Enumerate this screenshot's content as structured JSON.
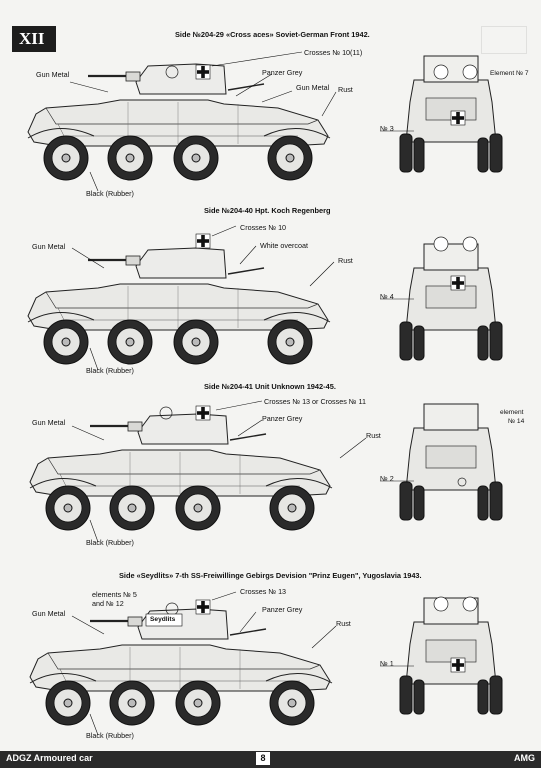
{
  "page_tab": "XII",
  "sections": [
    {
      "title": "Side №204-29 «Cross aces» Soviet-German Front 1942.",
      "labels": [
        "Gun Metal",
        "Crosses № 10(11)",
        "Panzer Grey",
        "Gun Metal",
        "Rust",
        "Black (Rubber)",
        "№ 3",
        "Element № 7"
      ]
    },
    {
      "title": "Side №204-40 Hpt. Koch Regenberg",
      "labels": [
        "Gun Metal",
        "Crosses № 10",
        "White overcoat",
        "Rust",
        "Black (Rubber)",
        "№ 4"
      ]
    },
    {
      "title": "Side №204-41 Unit Unknown 1942-45.",
      "labels": [
        "Gun Metal",
        "Crosses № 13  or Crosses № 11",
        "Panzer Grey",
        "Rust",
        "Black (Rubber)",
        "№ 2",
        "element",
        "№ 14"
      ]
    },
    {
      "title": "Side «Seydlits» 7-th SS-Freiwillinge Gebirgs Devision \"Prinz Eugen\", Yugoslavia 1943.",
      "labels": [
        "Gun Metal",
        "elements № 5",
        "and № 12",
        "Crosses № 13",
        "Panzer Grey",
        "Rust",
        "Black (Rubber)",
        "№ 1"
      ],
      "emblem_text": "Seydlits"
    }
  ],
  "footer": {
    "left": "ADGZ Armoured car",
    "page_number": "8",
    "right": "AMG"
  }
}
